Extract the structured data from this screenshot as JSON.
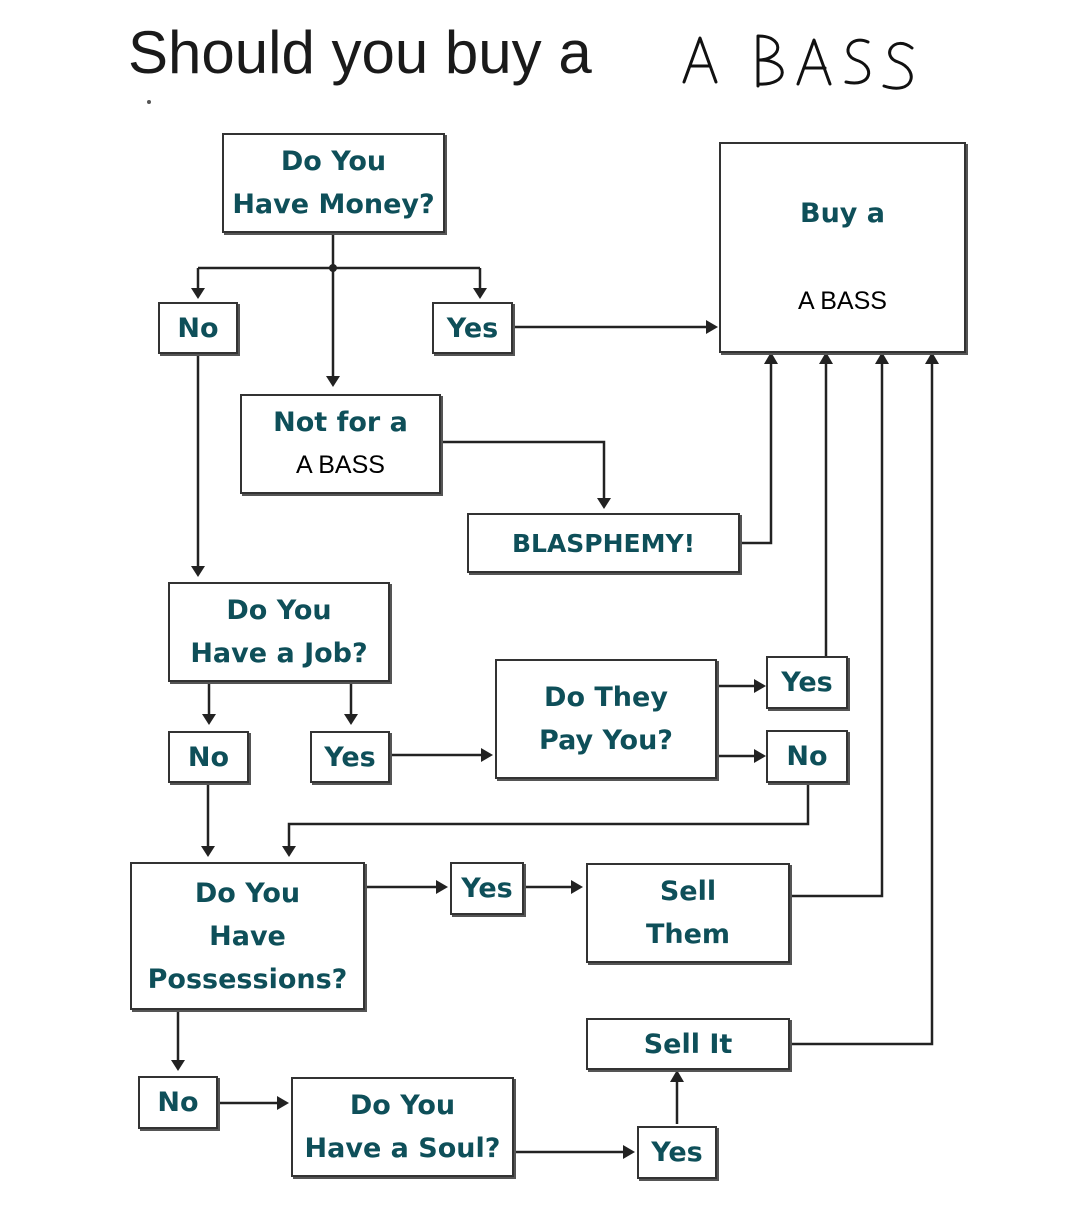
{
  "title": {
    "printed": "Should you buy a",
    "handwritten": "A BASS"
  },
  "nodes": {
    "money_q": [
      "Do You",
      "Have Money?"
    ],
    "buy": {
      "line1": "Buy a",
      "line2": "A BASS"
    },
    "money_no": "No",
    "money_yes": "Yes",
    "not_for": {
      "line1": "Not for a",
      "line2": "A BASS"
    },
    "blasphemy": "BLASPHEMY!",
    "job_q": [
      "Do You",
      "Have a Job?"
    ],
    "job_no": "No",
    "job_yes": "Yes",
    "pay_q": [
      "Do They",
      "Pay You?"
    ],
    "pay_yes": "Yes",
    "pay_no": "No",
    "poss_q": [
      "Do You",
      "Have",
      "Possessions?"
    ],
    "poss_yes": "Yes",
    "sell_them": [
      "Sell",
      "Them"
    ],
    "poss_no": "No",
    "soul_q": [
      "Do You",
      "Have a Soul?"
    ],
    "soul_yes": "Yes",
    "sell_it": "Sell It"
  },
  "colors": {
    "node_text": "#0e4f59",
    "edited_text": "#000000",
    "line": "#222222"
  }
}
